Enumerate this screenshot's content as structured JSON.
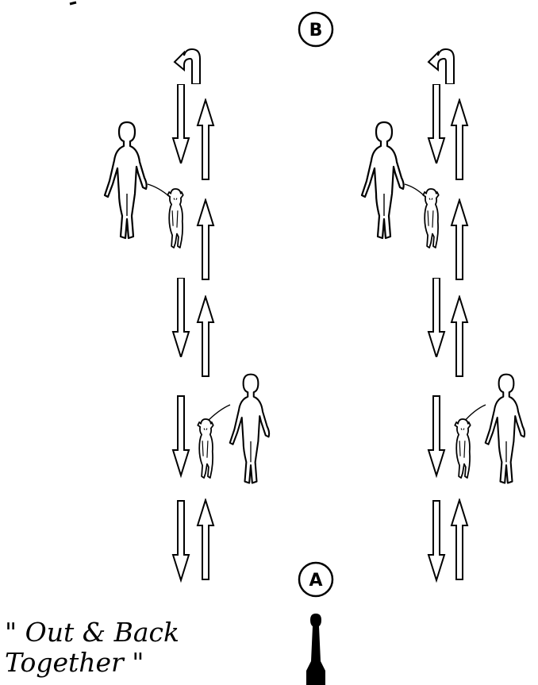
{
  "diagram": {
    "marker_b": "B",
    "marker_a": "A",
    "caption_line1": "\" Out & Back",
    "caption_line2": "Together \""
  },
  "colors": {
    "ink": "#000000",
    "paper": "#ffffff"
  },
  "icons": [
    "turnaround-arrow-icon",
    "down-arrow-icon",
    "up-arrow-icon",
    "handler-figure-icon",
    "dog-figure-icon",
    "judge-figure-icon"
  ]
}
